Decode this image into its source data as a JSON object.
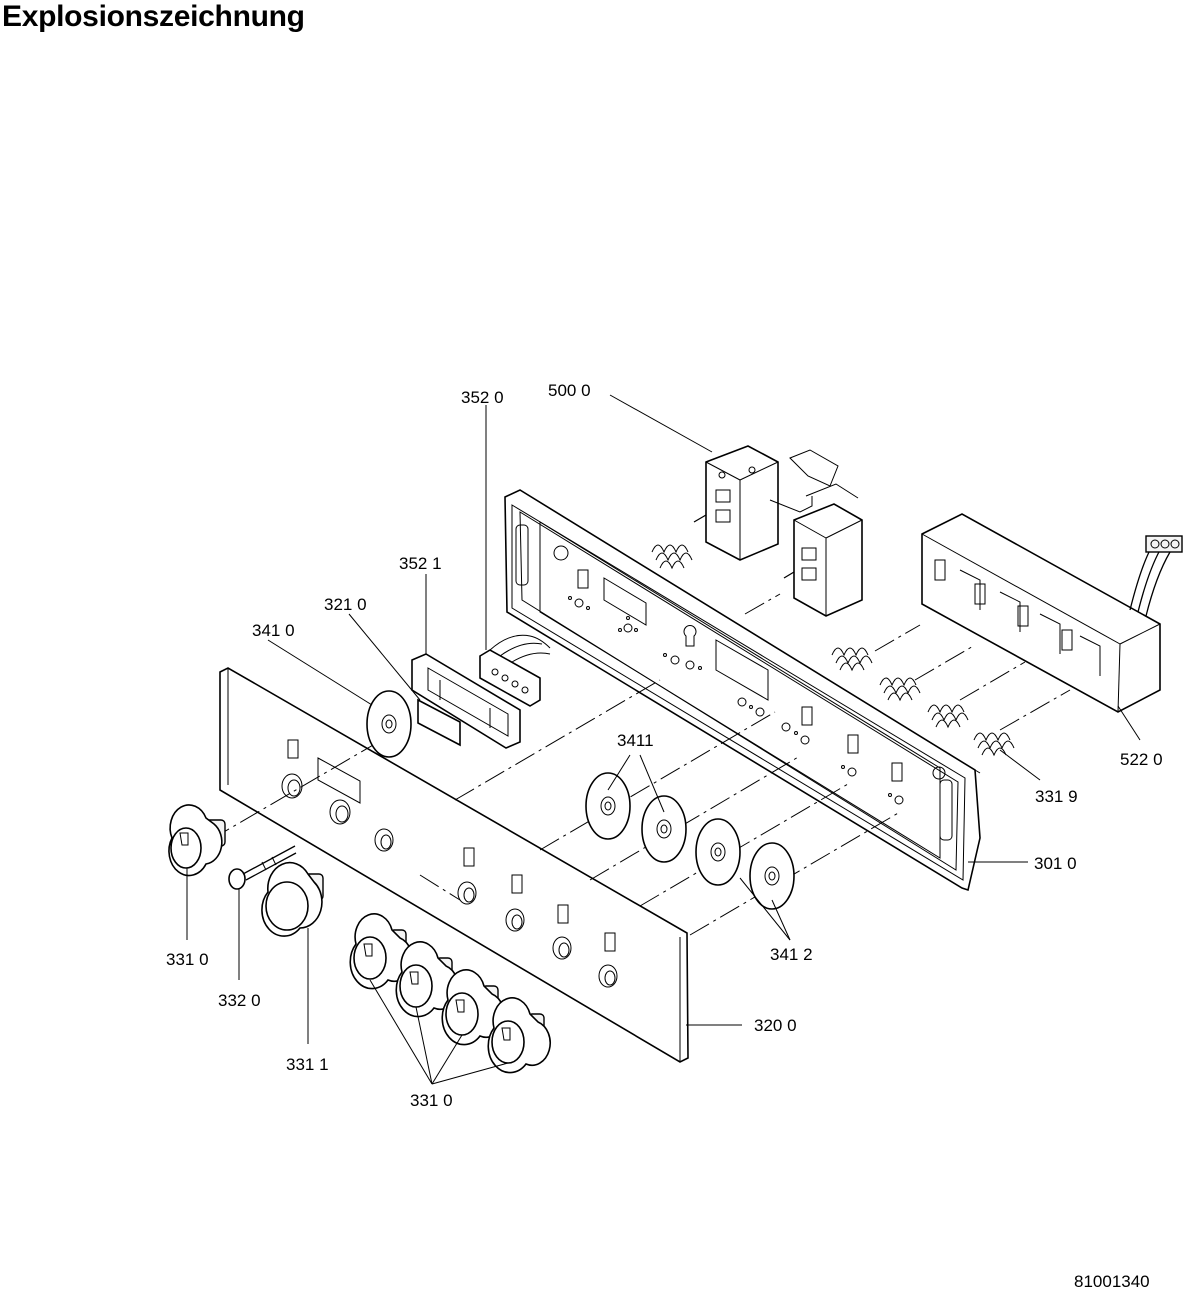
{
  "title": "Explosionszeichnung",
  "document_number": "81001340",
  "callouts": [
    {
      "id": "c3520",
      "label": "352 0"
    },
    {
      "id": "c5000",
      "label": "500 0"
    },
    {
      "id": "c3521",
      "label": "352 1"
    },
    {
      "id": "c3210",
      "label": "321 0"
    },
    {
      "id": "c3410",
      "label": "341 0"
    },
    {
      "id": "c3411",
      "label": "3411"
    },
    {
      "id": "c5220",
      "label": "522 0"
    },
    {
      "id": "c3319",
      "label": "331 9"
    },
    {
      "id": "c3010",
      "label": "301 0"
    },
    {
      "id": "c3310a",
      "label": "331 0"
    },
    {
      "id": "c3320",
      "label": "332 0"
    },
    {
      "id": "c3412",
      "label": "341 2"
    },
    {
      "id": "c3311",
      "label": "331 1"
    },
    {
      "id": "c3200",
      "label": "320 0"
    },
    {
      "id": "c3310b",
      "label": "331 0"
    }
  ]
}
